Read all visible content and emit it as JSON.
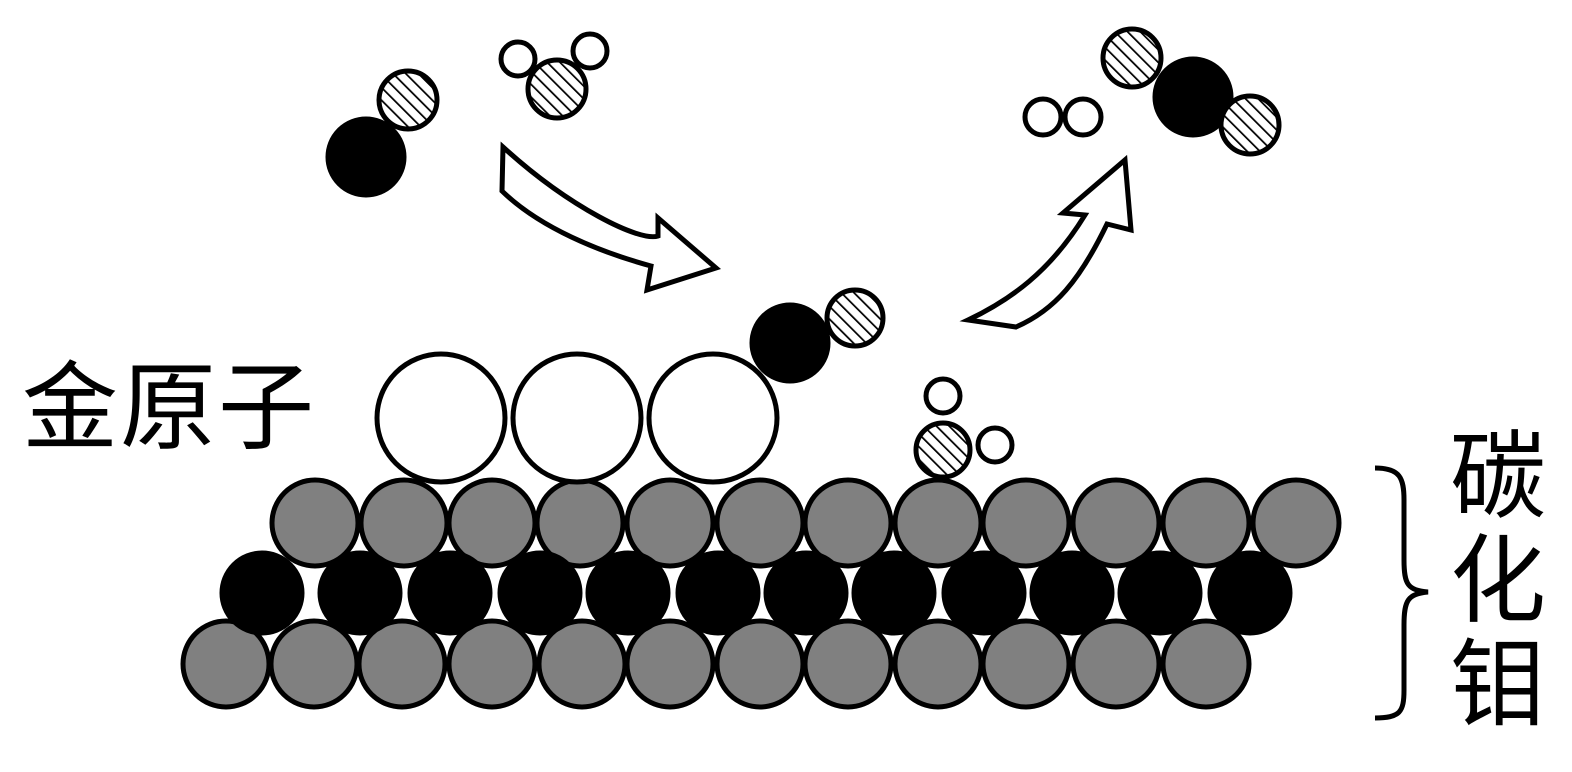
{
  "labels": {
    "gold_atoms": "金原子",
    "molybdenum_carbide": [
      "碳",
      "化",
      "钼"
    ]
  },
  "legend_colors": {
    "gold": "#ffffff",
    "molybdenum": "#808080",
    "carbon": "#000000",
    "outline": "#000000"
  },
  "atoms": {
    "black": "carbon",
    "hatched": "oxygen",
    "small-white": "hydrogen",
    "large-white": "gold",
    "gray": "molybdenum"
  },
  "icons": [
    "curved-arrow-down-icon",
    "curved-arrow-up-icon",
    "right-brace-icon"
  ]
}
